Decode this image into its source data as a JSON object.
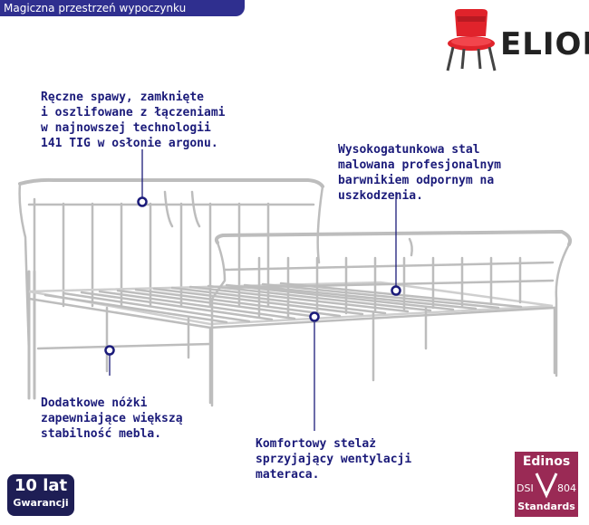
{
  "header": {
    "tagline": "Magiczna przestrzeń wypoczynku"
  },
  "brand": {
    "logo_text": "ELIOR",
    "icon": "red-chair-icon",
    "accent": "#e0232b"
  },
  "callouts": {
    "welding": "Ręczne spawy, zamknięte\ni oszlifowane z łączeniami\nw najnowszej technologii\n141 TIG w osłonie argonu.",
    "steel": "Wysokogatunkowa stal\nmalowana profesjonalnym\nbarwnikiem odpornym na\nuszkodzenia.",
    "legs": "Dodatkowe nóżki\nzapewniające większą\nstabilność mebla.",
    "slats": "Komfortowy stelaż\nsprzyjający wentylacji\nmateraca."
  },
  "warranty": {
    "line1": "10 lat",
    "line2": "Gwarancji"
  },
  "certificate": {
    "brand": "Edinos",
    "left": "DSI",
    "right": "804",
    "bottom": "Standards"
  },
  "colors": {
    "navy": "#1b1b7a",
    "tab": "#2f2f8f",
    "cert": "#9a2a55"
  }
}
